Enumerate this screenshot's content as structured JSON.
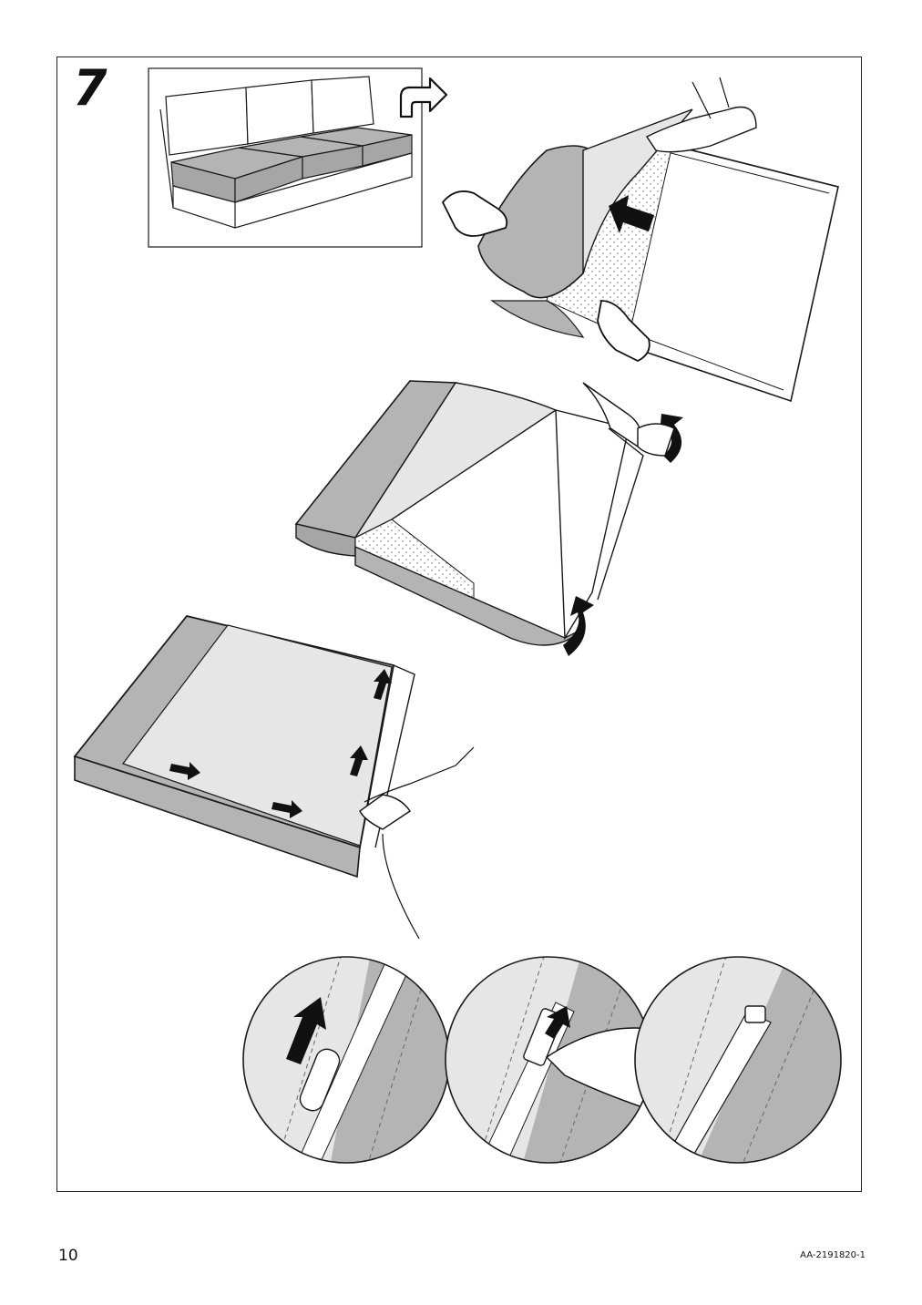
{
  "step": {
    "number": "7"
  },
  "footer": {
    "page_number": "10",
    "doc_code": "AA-2191820-1"
  },
  "colors": {
    "fabric": "#b4b4b4",
    "fabric_light": "#e6e6e6",
    "foam": "#ffffff",
    "line": "#1a1a1a",
    "arrow": "#111111"
  },
  "illustrations": [
    {
      "name": "sofa-overview",
      "description_icon": "sofa-icon"
    },
    {
      "name": "cover-removal-1",
      "description_icon": "hands-icon"
    },
    {
      "name": "cover-removal-2",
      "description_icon": "hands-icon"
    },
    {
      "name": "cushion-zipping",
      "description_icon": "hand-icon"
    },
    {
      "name": "zipper-detail-1",
      "description_icon": "zipper-icon"
    },
    {
      "name": "zipper-detail-2",
      "description_icon": "zipper-icon"
    },
    {
      "name": "zipper-detail-3",
      "description_icon": "zipper-icon"
    }
  ]
}
